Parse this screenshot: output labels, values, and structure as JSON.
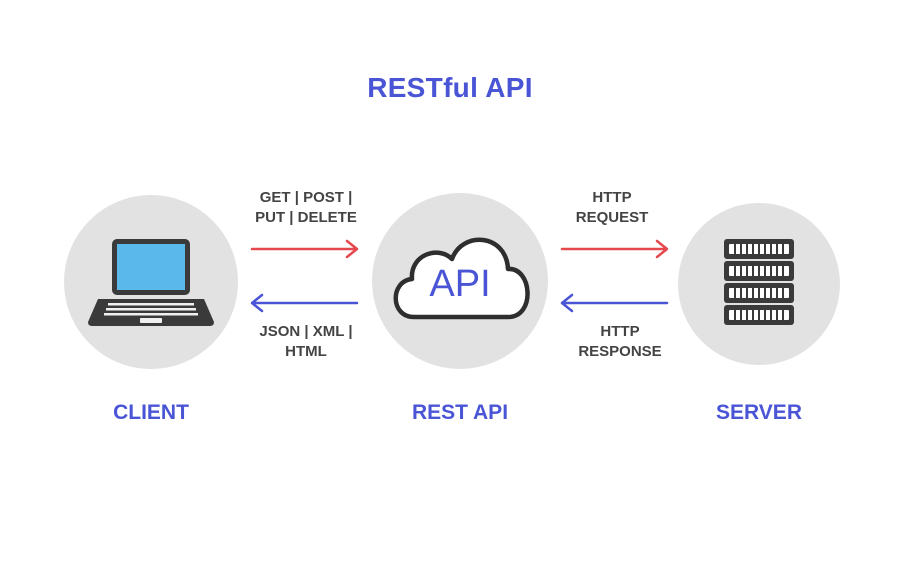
{
  "title": "RESTful API",
  "nodes": {
    "client": {
      "label": "CLIENT",
      "icon": "laptop-icon"
    },
    "rest_api": {
      "label": "REST API",
      "icon": "cloud-icon",
      "icon_text": "API"
    },
    "server": {
      "label": "SERVER",
      "icon": "server-rack-icon"
    }
  },
  "edges": {
    "client_request": {
      "line1": "GET | POST |",
      "line2": "PUT | DELETE"
    },
    "client_response": {
      "line1": "JSON | XML |",
      "line2": "HTML"
    },
    "server_request": {
      "line1": "HTTP",
      "line2": "REQUEST"
    },
    "server_response": {
      "line1": "HTTP",
      "line2": "RESPONSE"
    }
  },
  "colors": {
    "accent": "#4a55d6",
    "request_arrow": "#e5484d",
    "response_arrow": "#4a55d6",
    "node_bg": "#e2e2e2"
  }
}
